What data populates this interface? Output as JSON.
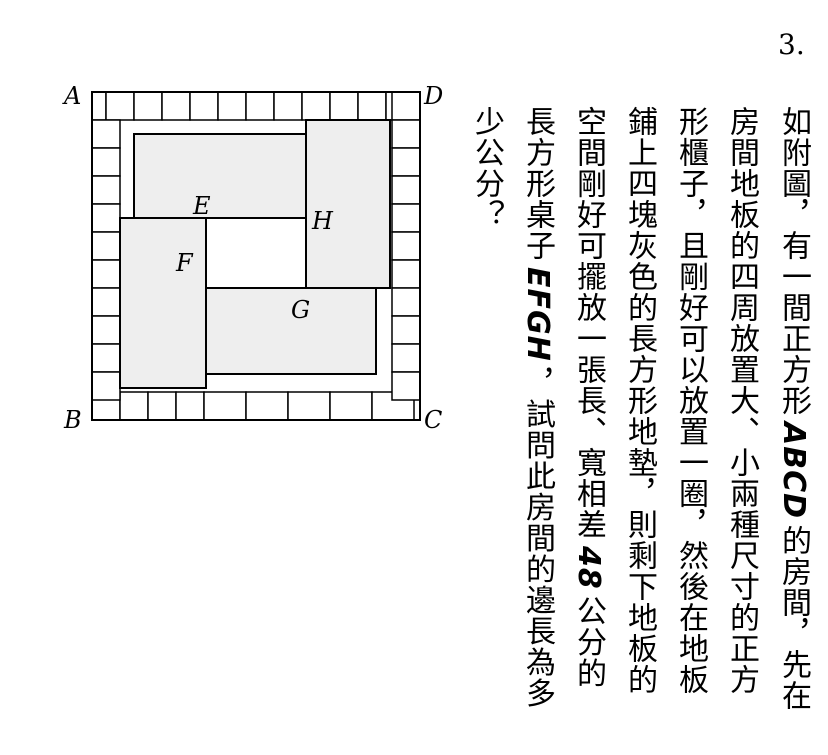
{
  "problem": {
    "number": "3.",
    "columns": [
      [
        "如附圖，有一間正方形",
        "ABCD",
        "的房間，先在"
      ],
      [
        "房間地板的四周放置大、小兩種尺寸的正方"
      ],
      [
        "形櫃子，且剛好可以放置一圈，然後在地板"
      ],
      [
        "鋪上四塊灰色的長方形地墊，則剩下地板的"
      ],
      [
        "空間剛好可擺放一張長、寬相差",
        "48",
        "公分的"
      ],
      [
        "長方形桌子",
        "EFGH",
        "，試問此房間的邊長為多"
      ],
      [
        "少公分？"
      ]
    ]
  },
  "figure": {
    "corner_labels": {
      "A": "A",
      "B": "B",
      "C": "C",
      "D": "D"
    },
    "inner_labels": {
      "E": "E",
      "F": "F",
      "G": "G",
      "H": "H"
    },
    "colors": {
      "grid_line": "#000000",
      "mat_fill": "#eeeeee",
      "background": "#ffffff"
    }
  }
}
